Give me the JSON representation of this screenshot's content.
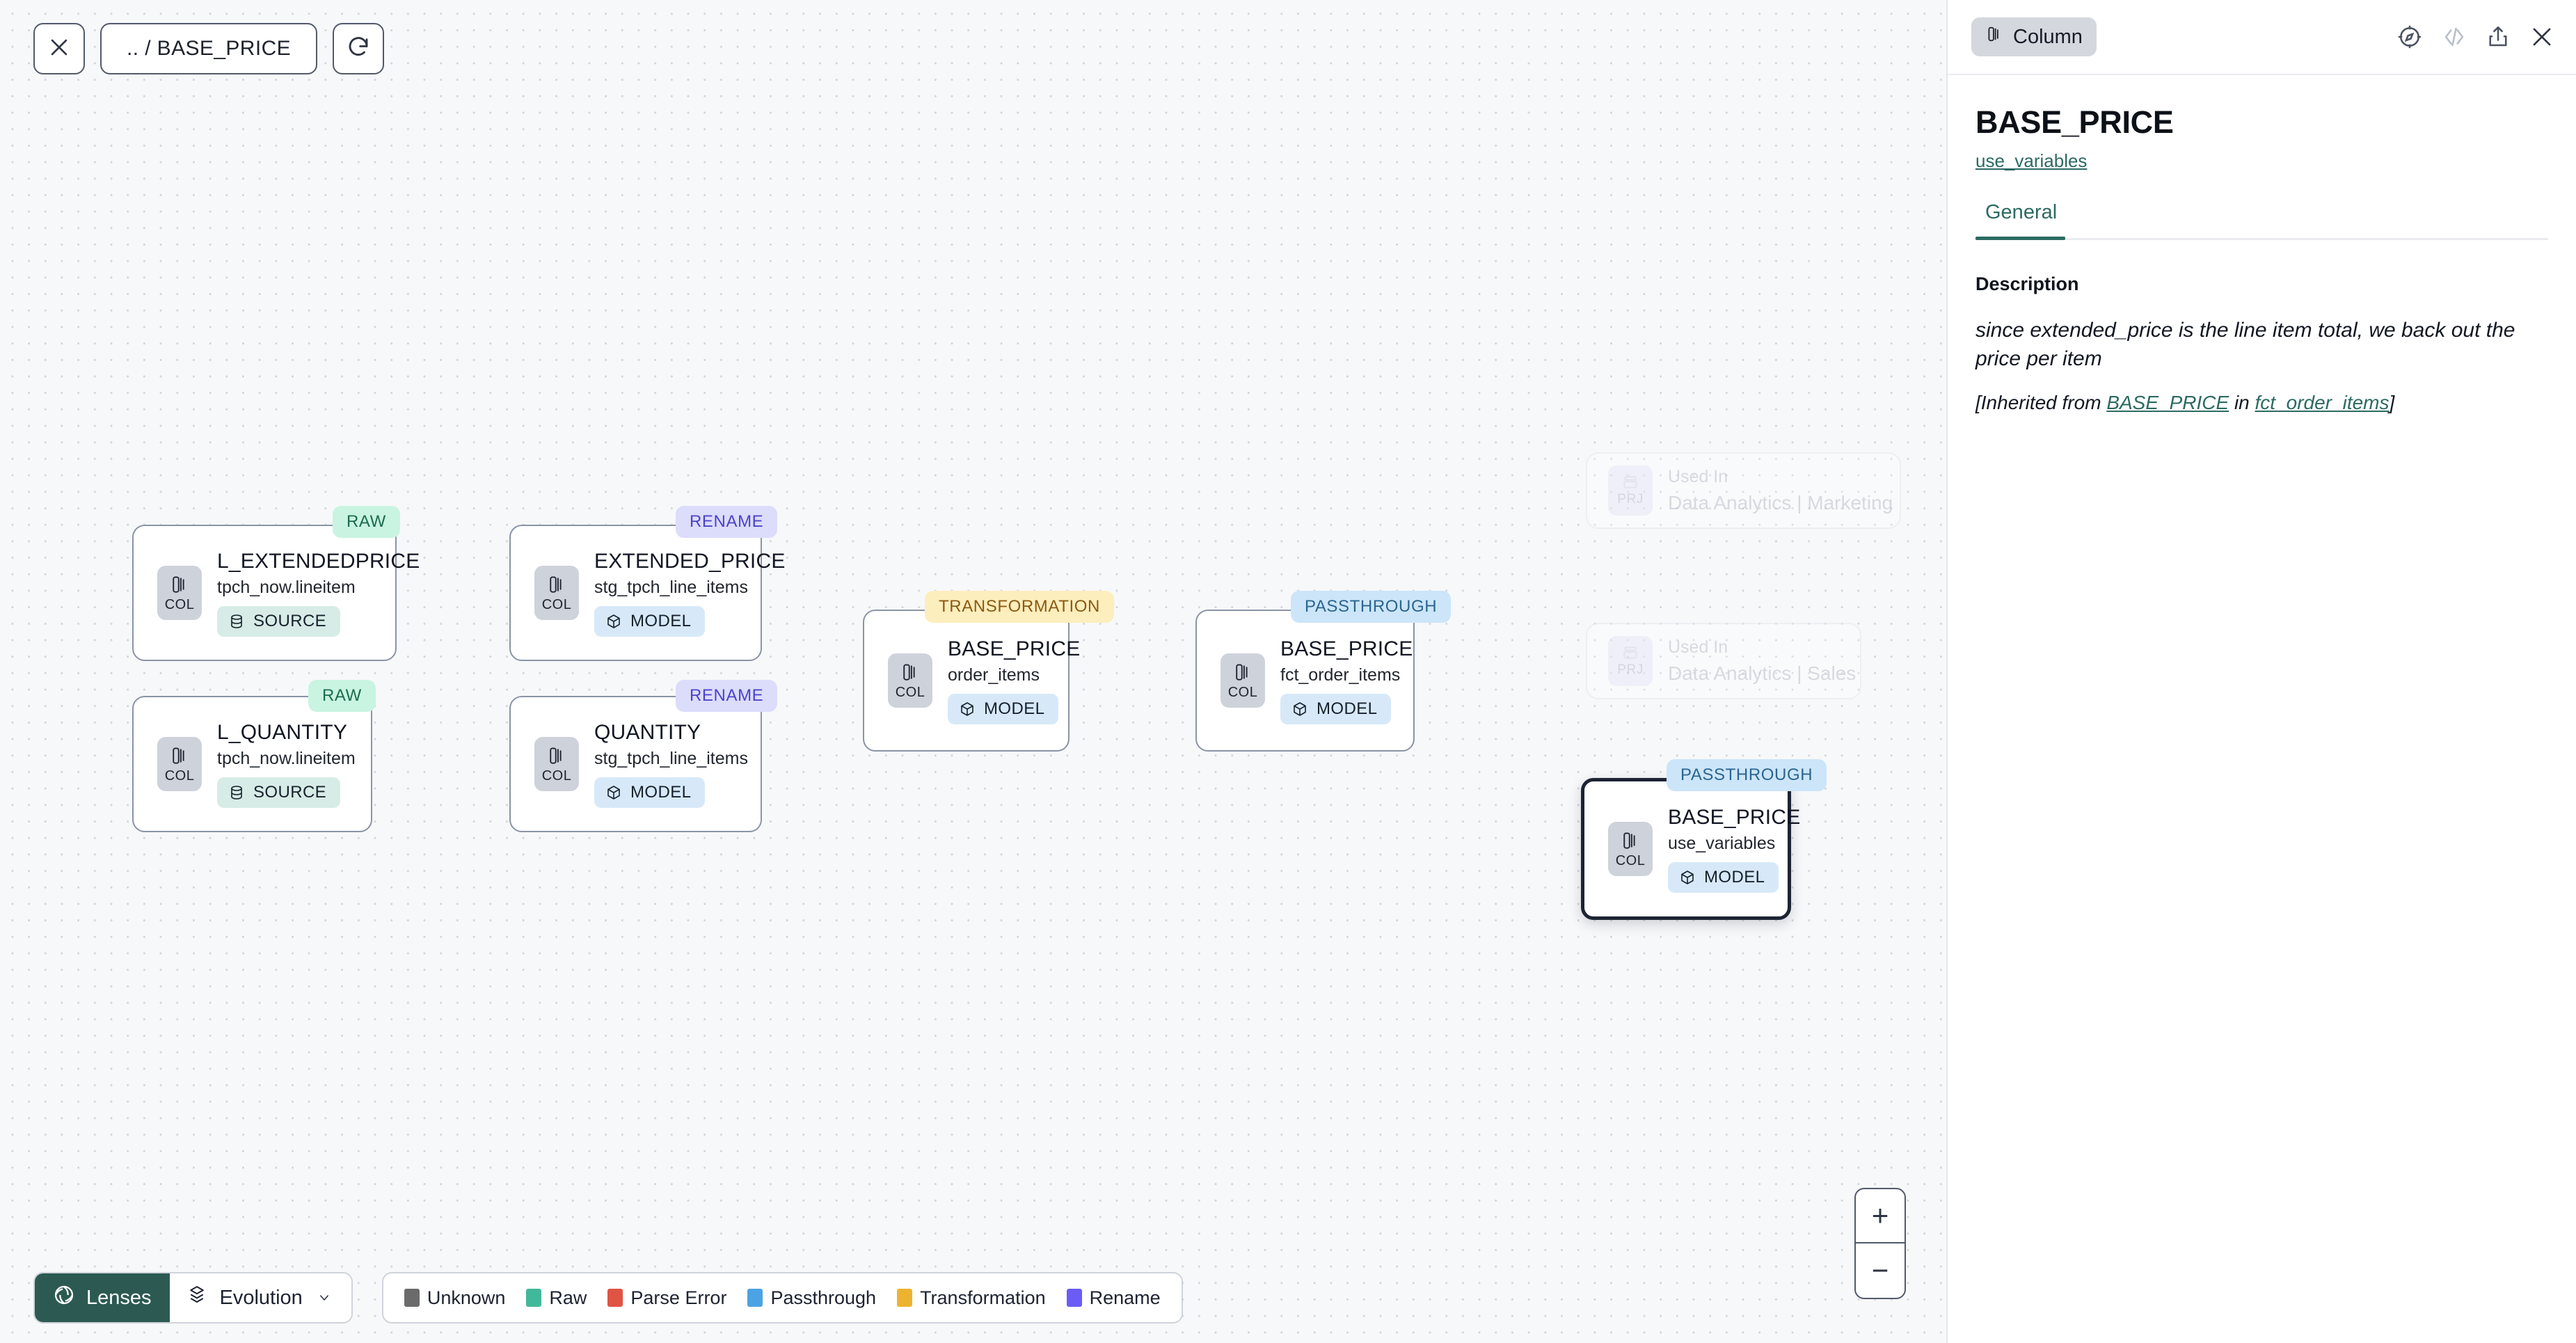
{
  "topbar": {
    "close_icon": "close-icon",
    "breadcrumb": ".. / BASE_PRICE",
    "refresh_icon": "refresh-icon"
  },
  "graph": {
    "nodes": [
      {
        "id": "l_extendedprice",
        "title": "L_EXTENDEDPRICE",
        "subtitle": "tpch_now.lineitem",
        "chip": "SOURCE",
        "chip_type": "source",
        "icon_label": "COL",
        "icon": "column-icon",
        "badge": "RAW",
        "badge_type": "raw",
        "selected": false
      },
      {
        "id": "l_quantity",
        "title": "L_QUANTITY",
        "subtitle": "tpch_now.lineitem",
        "chip": "SOURCE",
        "chip_type": "source",
        "icon_label": "COL",
        "icon": "column-icon",
        "badge": "RAW",
        "badge_type": "raw",
        "selected": false
      },
      {
        "id": "extended_price",
        "title": "EXTENDED_PRICE",
        "subtitle": "stg_tpch_line_items",
        "chip": "MODEL",
        "chip_type": "model",
        "icon_label": "COL",
        "icon": "column-icon",
        "badge": "RENAME",
        "badge_type": "rename",
        "selected": false
      },
      {
        "id": "quantity",
        "title": "QUANTITY",
        "subtitle": "stg_tpch_line_items",
        "chip": "MODEL",
        "chip_type": "model",
        "icon_label": "COL",
        "icon": "column-icon",
        "badge": "RENAME",
        "badge_type": "rename",
        "selected": false
      },
      {
        "id": "base_price_order_items",
        "title": "BASE_PRICE",
        "subtitle": "order_items",
        "chip": "MODEL",
        "chip_type": "model",
        "icon_label": "COL",
        "icon": "column-icon",
        "badge": "TRANSFORMATION",
        "badge_type": "transformation",
        "selected": false
      },
      {
        "id": "base_price_fct_order_items",
        "title": "BASE_PRICE",
        "subtitle": "fct_order_items",
        "chip": "MODEL",
        "chip_type": "model",
        "icon_label": "COL",
        "icon": "column-icon",
        "badge": "PASSTHROUGH",
        "badge_type": "passthrough",
        "selected": false
      },
      {
        "id": "base_price_use_variables",
        "title": "BASE_PRICE",
        "subtitle": "use_variables",
        "chip": "MODEL",
        "chip_type": "model",
        "icon_label": "COL",
        "icon": "column-icon",
        "badge": "PASSTHROUGH",
        "badge_type": "passthrough",
        "selected": true
      }
    ],
    "used_in_nodes": [
      {
        "id": "used_in_marketing",
        "line1": "Used In",
        "line2": "Data Analytics | Marketing",
        "icon_label": "PRJ",
        "icon": "project-icon"
      },
      {
        "id": "used_in_sales",
        "line1": "Used In",
        "line2": "Data Analytics | Sales",
        "icon_label": "PRJ",
        "icon": "project-icon"
      }
    ]
  },
  "zoom_controls": {
    "zoom_in": "+",
    "zoom_out": "−"
  },
  "bottombar": {
    "lenses_label": "Lenses",
    "lenses_icon": "aperture-icon",
    "evolution_label": "Evolution",
    "evolution_icon": "layers-icon",
    "chevron_icon": "chevron-down-icon",
    "legend": [
      {
        "label": "Unknown",
        "color": "#6b6b6b"
      },
      {
        "label": "Raw",
        "color": "#42b89a"
      },
      {
        "label": "Parse Error",
        "color": "#e05443"
      },
      {
        "label": "Passthrough",
        "color": "#4ba3e3"
      },
      {
        "label": "Transformation",
        "color": "#edb330"
      },
      {
        "label": "Rename",
        "color": "#6b5cf6"
      }
    ]
  },
  "panel": {
    "kind_pill": "Column",
    "kind_icon": "column-icon",
    "icons": {
      "explore": "compass-icon",
      "code": "code-icon",
      "share": "share-icon",
      "close": "close-icon"
    },
    "column_title": "BASE_PRICE",
    "model_link": "use_variables",
    "tabs": [
      {
        "label": "General",
        "active": true
      }
    ],
    "description_label": "Description",
    "description_text": "since extended_price is the line item total, we back out the price per item",
    "inherited_prefix": "[Inherited from ",
    "inherited_link_1": "BASE_PRICE",
    "inherited_mid": " in ",
    "inherited_link_2": "fct_order_items",
    "inherited_suffix": "]"
  }
}
